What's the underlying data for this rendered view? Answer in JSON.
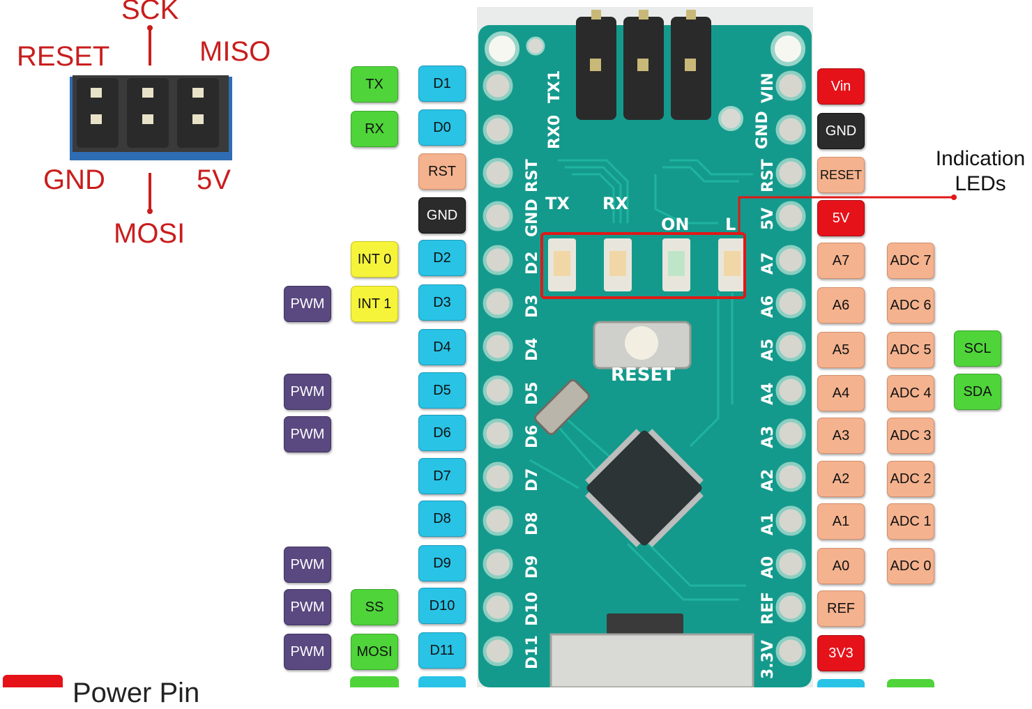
{
  "icsp": {
    "sck": "SCK",
    "reset": "RESET",
    "miso": "MISO",
    "gnd": "GND",
    "v5": "5V",
    "mosi": "MOSI"
  },
  "indication": "Indication LEDs",
  "indication_lines": [
    "Indication",
    "LEDs"
  ],
  "left_pins": [
    {
      "pin": "D1",
      "alt": "TX"
    },
    {
      "pin": "D0",
      "alt": "RX"
    },
    {
      "pin": "RST"
    },
    {
      "pin": "GND"
    },
    {
      "pin": "D2",
      "alt": "INT 0"
    },
    {
      "pin": "D3",
      "alt": "INT 1",
      "pwm": "PWM"
    },
    {
      "pin": "D4"
    },
    {
      "pin": "D5",
      "pwm": "PWM"
    },
    {
      "pin": "D6",
      "pwm": "PWM"
    },
    {
      "pin": "D7"
    },
    {
      "pin": "D8"
    },
    {
      "pin": "D9",
      "pwm": "PWM"
    },
    {
      "pin": "D10",
      "alt": "SS",
      "pwm": "PWM"
    },
    {
      "pin": "D11",
      "alt": "MOSI",
      "pwm": "PWM"
    }
  ],
  "right_pins": [
    {
      "pin": "Vin"
    },
    {
      "pin": "GND"
    },
    {
      "pin": "RESET"
    },
    {
      "pin": "5V"
    },
    {
      "pin": "A7",
      "adc": "ADC 7"
    },
    {
      "pin": "A6",
      "adc": "ADC 6"
    },
    {
      "pin": "A5",
      "adc": "ADC 5",
      "extra": "SCL"
    },
    {
      "pin": "A4",
      "adc": "ADC 4",
      "extra": "SDA"
    },
    {
      "pin": "A3",
      "adc": "ADC 3"
    },
    {
      "pin": "A2",
      "adc": "ADC 2"
    },
    {
      "pin": "A1",
      "adc": "ADC 1"
    },
    {
      "pin": "A0",
      "adc": "ADC 0"
    },
    {
      "pin": "REF"
    },
    {
      "pin": "3V3"
    }
  ],
  "silkscreen": {
    "left": [
      "TX1",
      "RX0",
      "RST",
      "GND",
      "D2",
      "D3",
      "D4",
      "D5",
      "D6",
      "D7",
      "D8",
      "D9",
      "D10",
      "D11"
    ],
    "right": [
      "VIN",
      "GND",
      "RST",
      "5V",
      "A7",
      "A6",
      "A5",
      "A4",
      "A3",
      "A2",
      "A1",
      "A0",
      "REF",
      "3.3V"
    ],
    "tx": "TX",
    "rx": "RX",
    "on": "ON",
    "l": "L",
    "reset": "RESET"
  },
  "legend": {
    "power": "Power Pin"
  },
  "colors": {
    "green": "#4fd43a",
    "cyan": "#29c3e6",
    "peach": "#f4b28e",
    "dark": "#2b2b2b",
    "yellow": "#f6f43a",
    "purple": "#5a4880",
    "red": "#e5121a",
    "pcb": "#149a8c",
    "annotation": "#c91d1d"
  }
}
